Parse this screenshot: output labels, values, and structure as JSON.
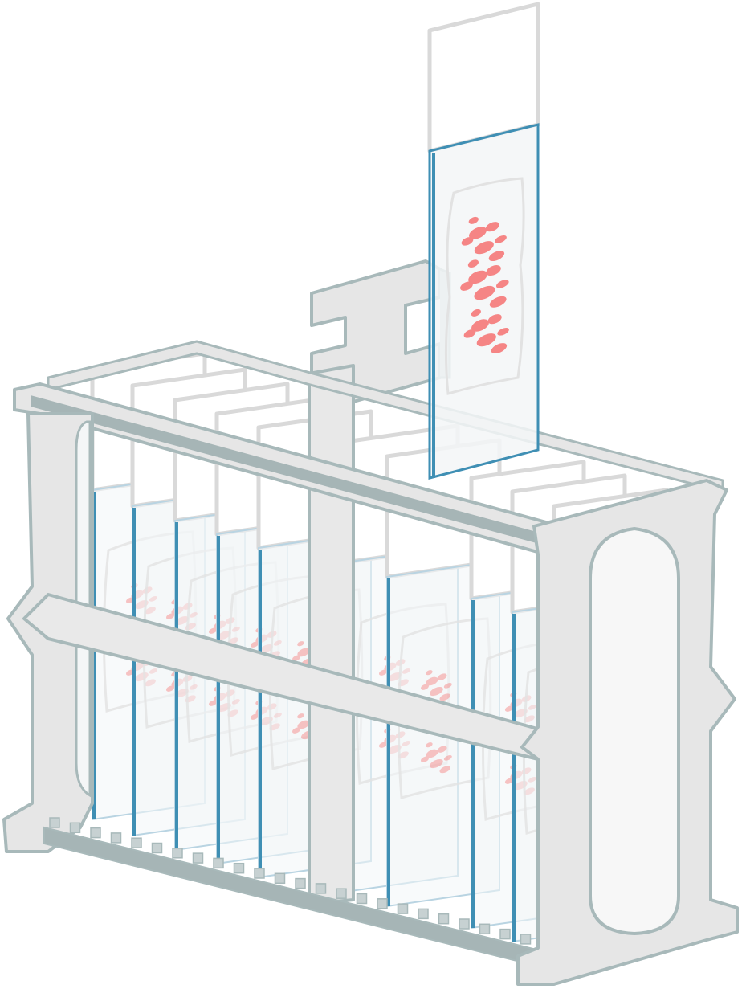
{
  "figure": {
    "subject": "slide-staining-rack-illustration",
    "rack_slide_count": 10,
    "lifted_slide_count": 1
  },
  "colors": {
    "rack_fill": "#e6e6e6",
    "rack_stroke": "#a8b9ba",
    "rack_shadow": "#a6b5b6",
    "slide_glass": "#f3f6f7",
    "slide_edge": "#3f8fb4",
    "slide_label": "#ffffff",
    "label_stroke": "#d9d9d9",
    "tissue_outline": "#e2e2e2",
    "tissue_stain": "#f57f7f"
  }
}
